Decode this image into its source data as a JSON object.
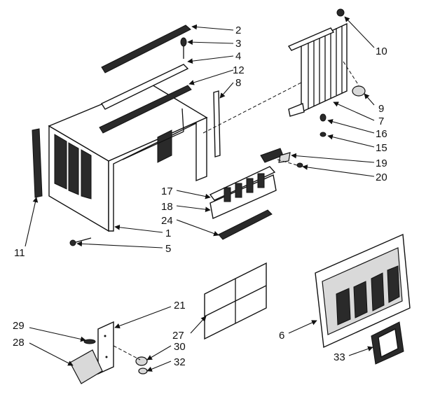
{
  "callouts": {
    "c1": "1",
    "c2": "2",
    "c3": "3",
    "c4": "4",
    "c5": "5",
    "c6": "6",
    "c7": "7",
    "c8": "8",
    "c9": "9",
    "c10": "10",
    "c11": "11",
    "c12": "12",
    "c15": "15",
    "c16": "16",
    "c17": "17",
    "c18": "18",
    "c19": "19",
    "c20": "20",
    "c21": "21",
    "c24": "24",
    "c27": "27",
    "c28": "28",
    "c29": "29",
    "c30": "30",
    "c32": "32",
    "c33": "33"
  }
}
